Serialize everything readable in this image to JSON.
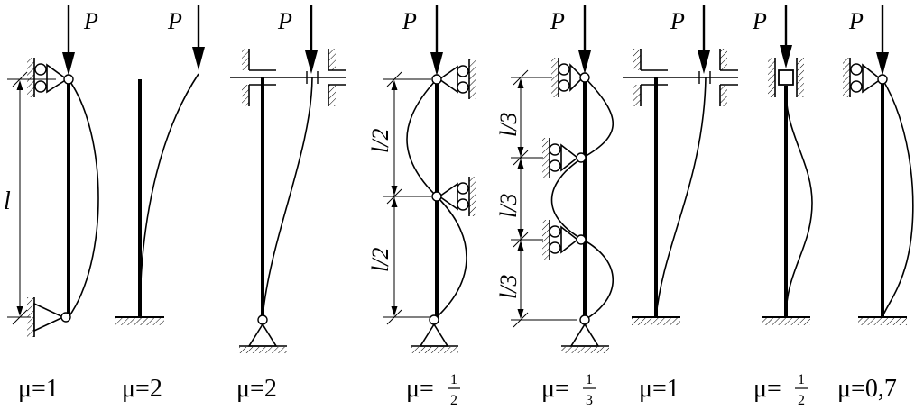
{
  "load_label": "P",
  "length_labels": {
    "full": "l",
    "half": "l/2",
    "third": "l/3"
  },
  "mu_prefix": "μ=",
  "cases": [
    {
      "mu": "1"
    },
    {
      "mu": "2"
    },
    {
      "mu": "2"
    },
    {
      "mu_numerator": "1",
      "mu_denominator": "2"
    },
    {
      "mu_numerator": "1",
      "mu_denominator": "3"
    },
    {
      "mu": "1"
    },
    {
      "mu_numerator": "1",
      "mu_denominator": "2"
    },
    {
      "mu": "0,7"
    }
  ],
  "colors": {
    "ink": "#000000",
    "background": "#ffffff"
  }
}
